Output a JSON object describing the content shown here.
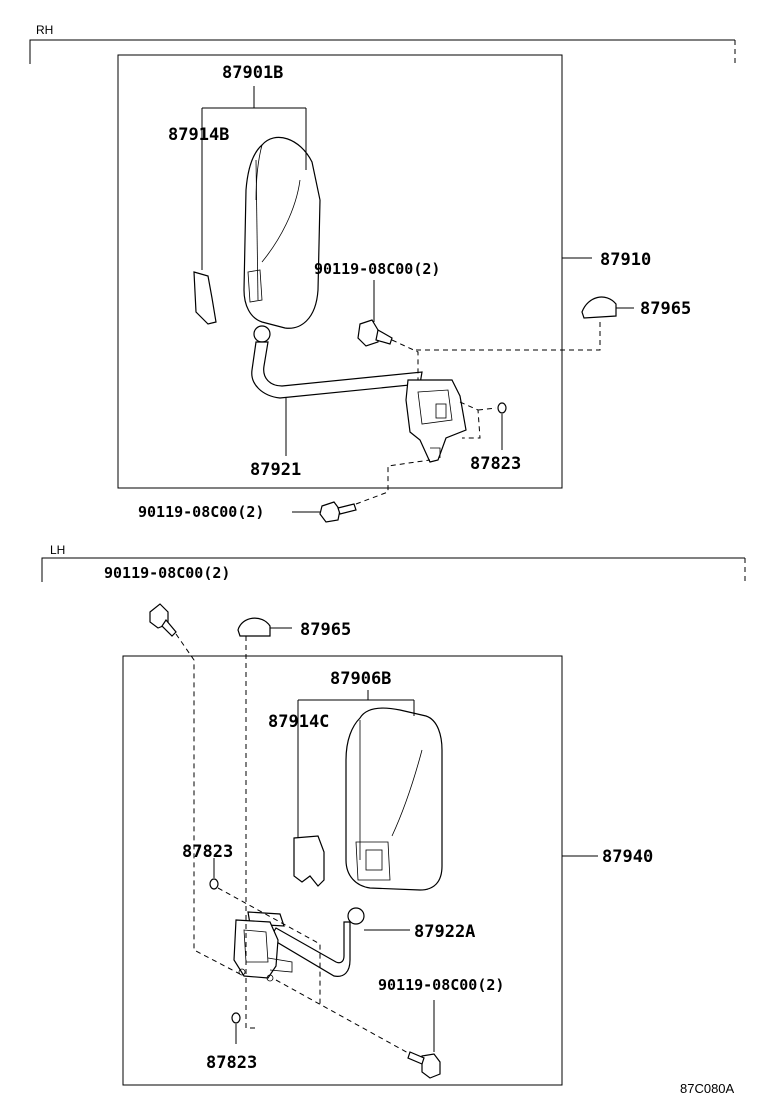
{
  "sections": {
    "rh": "RH",
    "lh": "LH"
  },
  "rh_labels": {
    "mirror_assy": "87901B",
    "mirror": "87914B",
    "outer_mirror_assy": "87910",
    "bolt_upper": "90119-08C00(2)",
    "cover": "87965",
    "stay": "87921",
    "washer": "87823",
    "bolt_lower": "90119-08C00(2)"
  },
  "lh_labels": {
    "bolt_top": "90119-08C00(2)",
    "cover": "87965",
    "mirror_assy": "87906B",
    "mirror": "87914C",
    "outer_mirror_assy": "87940",
    "washer_upper": "87823",
    "stay": "87922A",
    "bolt_right": "90119-08C00(2)",
    "washer_lower": "87823"
  },
  "diagram_code": "87C080A"
}
